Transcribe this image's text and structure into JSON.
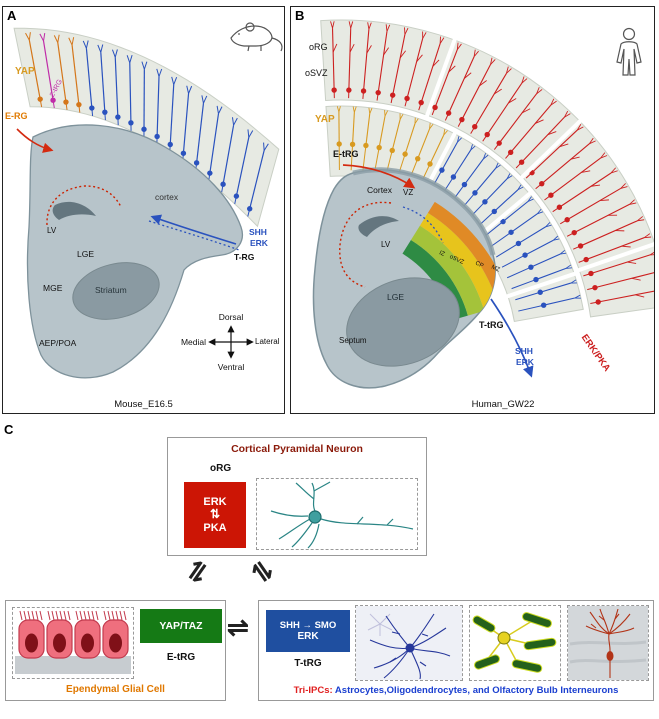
{
  "figure": {
    "panelA": {
      "tag": "A",
      "labels": {
        "yap": "YAP",
        "mtrg": "2-tRG",
        "erg": "E-RG",
        "cortex": "cortex",
        "lv": "LV",
        "lge": "LGE",
        "mge": "MGE",
        "striatum": "Striatum",
        "aeppoa": "AEP/POA",
        "shh": "SHH",
        "erk": "ERK",
        "trg": "T-RG"
      },
      "compass": {
        "up": "Dorsal",
        "down": "Ventral",
        "left": "Medial",
        "right": "Lateral"
      },
      "caption": "Mouse_E16.5"
    },
    "panelB": {
      "tag": "B",
      "labels": {
        "org": "oRG",
        "osvz": "oSVZ",
        "yap": "YAP",
        "etrg": "E-tRG",
        "vz": "VZ",
        "cortex": "Cortex",
        "lv": "LV",
        "iz": "IZ",
        "osvz_small": "oSVZ",
        "cp": "CP",
        "mz": "MZ",
        "lge": "LGE",
        "septum": "Septum",
        "ttrg": "T-tRG",
        "shh": "SHH",
        "erk": "ERK",
        "erkpka": "ERK/PKA"
      },
      "caption": "Human_GW22"
    },
    "panelC": {
      "tag": "C",
      "connector_glyph": "⇌",
      "top_box": {
        "title": "Cortical Pyramidal Neuron",
        "cell_type": "oRG",
        "erk": "ERK",
        "arrows": "⇅",
        "pka": "PKA"
      },
      "left_box": {
        "pathway": "YAP/TAZ",
        "cell_type": "E-tRG",
        "title": "Ependymal Glial Cell"
      },
      "right_box": {
        "pathway_line1": "SHH → SMO",
        "pathway_line2": "ERK",
        "cell_type": "T-tRG",
        "caption_prefix": "Tri-IPCs:",
        "caption_rest": " Astrocytes,Oligodendrocytes, and Olfactory Bulb Interneurons"
      }
    },
    "colors": {
      "yap_yellow": "#d89a20",
      "orange": "#d4761a",
      "magenta": "#c02ba8",
      "blue": "#2a52be",
      "red": "#cc2020",
      "band_fill": "#e7eae3",
      "band_stroke": "#c9cfc5",
      "brain_fill": "#b7c4ca",
      "brain_stroke": "#7e929b",
      "striatum_fill": "#8a9aa2"
    }
  }
}
